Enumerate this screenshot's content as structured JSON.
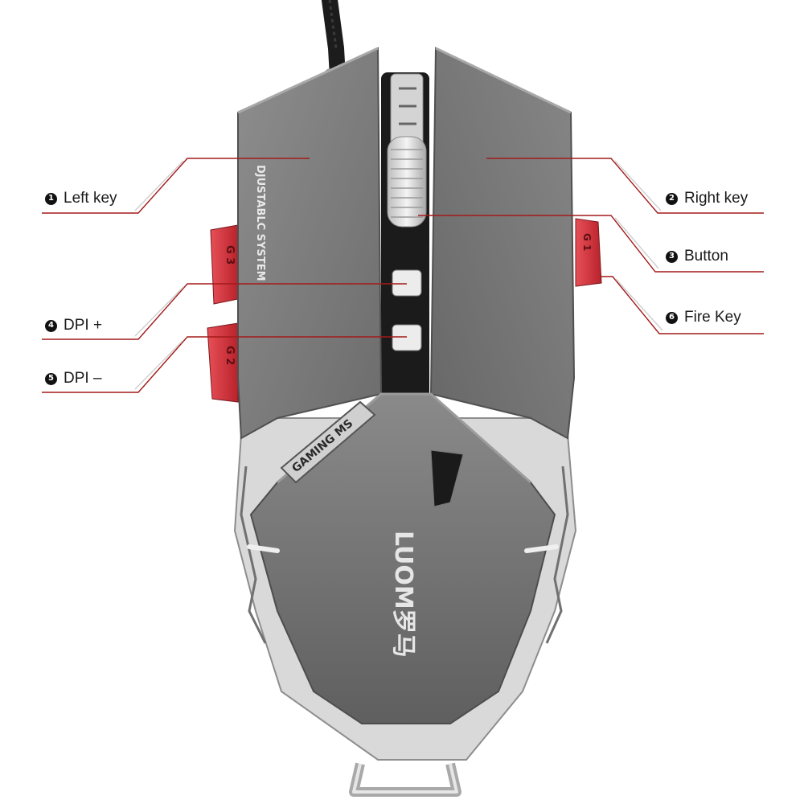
{
  "callouts": [
    {
      "num": "1",
      "label": "Left key"
    },
    {
      "num": "2",
      "label": "Right key"
    },
    {
      "num": "3",
      "label": "Button"
    },
    {
      "num": "4",
      "label": "DPI +"
    },
    {
      "num": "5",
      "label": "DPI –"
    },
    {
      "num": "6",
      "label": "Fire Key"
    }
  ],
  "product_markings": {
    "left_button_text": "DJUSTABLC SYSTEM",
    "plate_text": "GAMING MS",
    "brand_logo": "LUOM罗马"
  },
  "colors": {
    "leader_line": "#a31a1a",
    "shell": "#7b7b7b",
    "side_keys": "#d9333a"
  }
}
